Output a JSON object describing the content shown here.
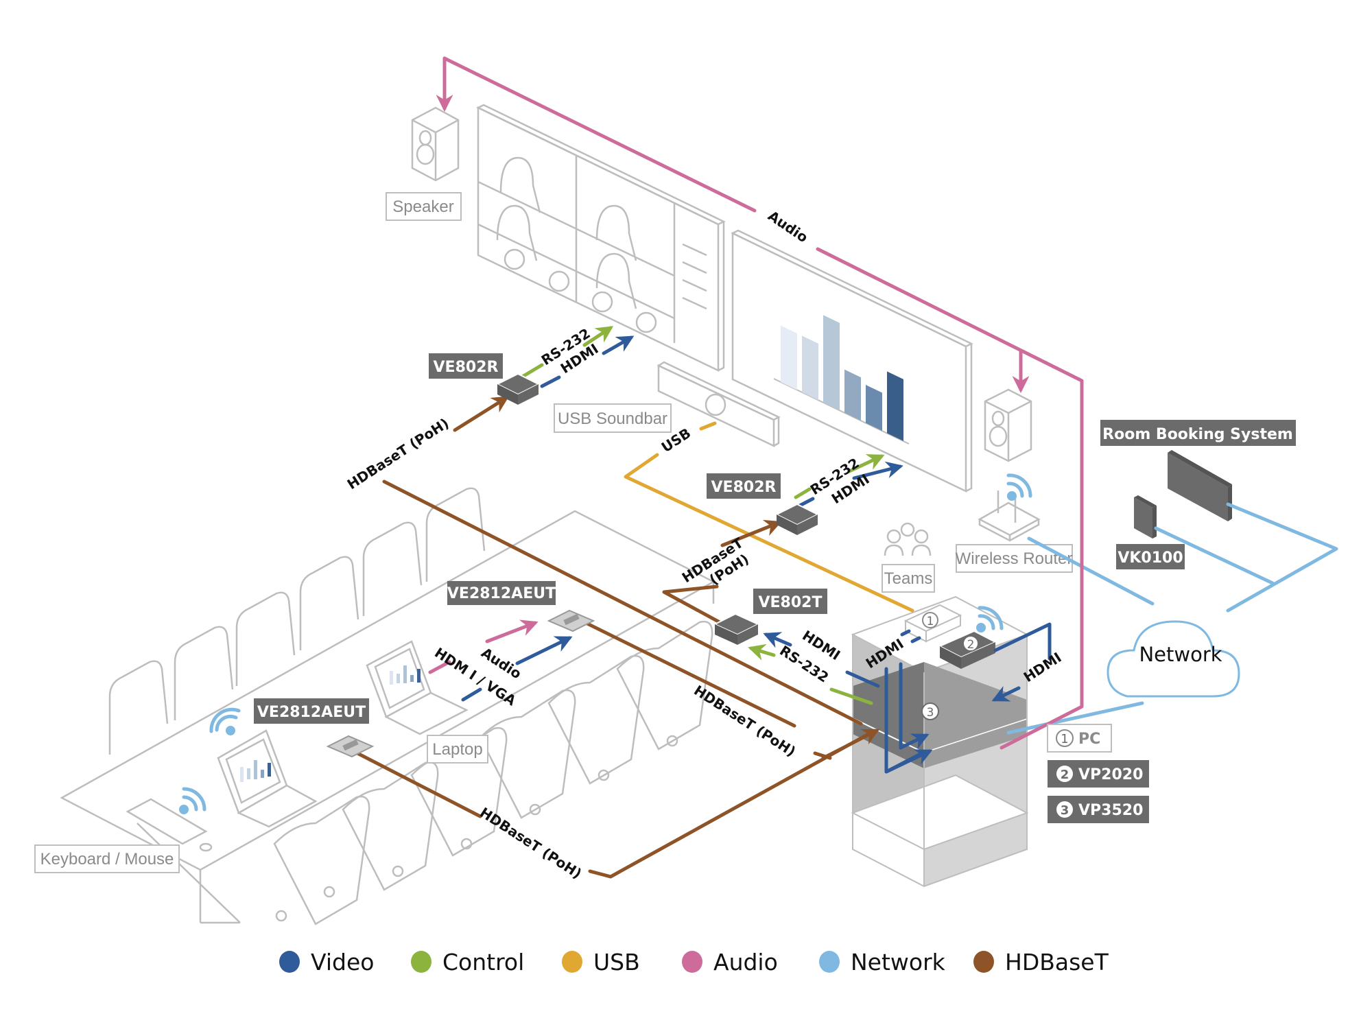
{
  "colors": {
    "video": "#2f5b9a",
    "control": "#8db33f",
    "usb": "#e0a733",
    "audio": "#cd6c9a",
    "network": "#7fb8e0",
    "hdbaset": "#8e5427",
    "device_label_bg": "#6b6b6b",
    "outline": "#bdbdbd"
  },
  "devices": {
    "speaker_left": "Speaker",
    "usb_soundbar": "USB Soundbar",
    "ve802r_top": "VE802R",
    "ve802r_mid": "VE802R",
    "ve802t": "VE802T",
    "ve2812aeut_center": "VE2812AEUT",
    "ve2812aeut_left": "VE2812AEUT",
    "laptop": "Laptop",
    "keyboard_mouse": "Keyboard / Mouse",
    "teams": "Teams",
    "wireless_router": "Wireless Router",
    "room_booking": "Room Booking System",
    "vk0100": "VK0100",
    "network_cloud": "Network"
  },
  "cables": {
    "audio_top": "Audio",
    "rs232_top": "RS-232",
    "hdmi_top": "HDMI",
    "hdbaset_poh_top": "HDBaseT (PoH)",
    "usb": "USB",
    "rs232_mid": "RS-232",
    "hdmi_mid": "HDMI",
    "hdbaset_poh_mid_1": "HDBaseT",
    "hdbaset_poh_mid_2": "(PoH)",
    "hdmi_ve802t": "HDMI",
    "rs232_ve802t": "RS-232",
    "hdmi_pc": "HDMI",
    "hdmi_right": "HDMI",
    "audio_laptop": "Audio",
    "hdmi_vga_laptop": "HDM I / VGA",
    "hdbaset_poh_center": "HDBaseT (PoH)",
    "hdbaset_poh_bottom": "HDBaseT (PoH)"
  },
  "rack_key": [
    {
      "num": "1",
      "label": "PC",
      "style": "outline"
    },
    {
      "num": "2",
      "label": "VP2020",
      "style": "dark"
    },
    {
      "num": "3",
      "label": "VP3520",
      "style": "dark"
    }
  ],
  "rack_numbers": {
    "pc": "1",
    "vp2020": "2",
    "vp3520": "3"
  },
  "legend": [
    {
      "label": "Video",
      "color": "#2f5b9a"
    },
    {
      "label": "Control",
      "color": "#8db33f"
    },
    {
      "label": "USB",
      "color": "#e0a733"
    },
    {
      "label": "Audio",
      "color": "#cd6c9a"
    },
    {
      "label": "Network",
      "color": "#7fb8e0"
    },
    {
      "label": "HDBaseT",
      "color": "#8e5427"
    }
  ],
  "display_chart": {
    "bar_levels": [
      0.55,
      0.55,
      0.85,
      0.42,
      0.37,
      0.6
    ]
  }
}
